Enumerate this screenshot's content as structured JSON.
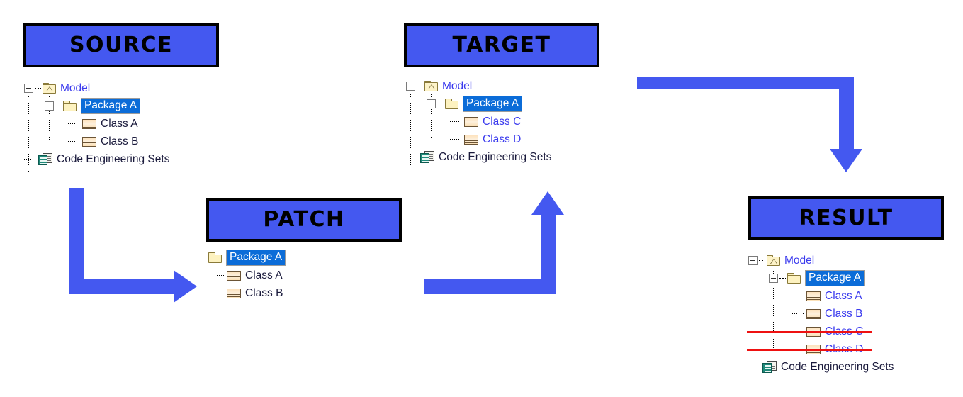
{
  "diagram": {
    "title": "Model patch merge workflow",
    "accent_color": "#4458f0",
    "selection_color": "#0b6cd8",
    "strike_color": "#ee1111",
    "blue_text_color": "#3b3bee",
    "black_text_color": "#1a1a3c"
  },
  "banners": {
    "source": "SOURCE",
    "target": "TARGET",
    "patch": "PATCH",
    "result": "RESULT"
  },
  "trees": {
    "source": {
      "rows": [
        {
          "label": "Model",
          "icon": "model-folder-icon",
          "style": "blue",
          "depth": 0,
          "expander": true
        },
        {
          "label": "Package A",
          "icon": "folder-icon",
          "style": "selected",
          "depth": 1,
          "expander": true
        },
        {
          "label": "Class A",
          "icon": "class-icon",
          "style": "black",
          "depth": 2,
          "expander": false
        },
        {
          "label": "Class B",
          "icon": "class-icon",
          "style": "black",
          "depth": 2,
          "expander": false
        },
        {
          "label": "Code Engineering Sets",
          "icon": "code-engineering-sets-icon",
          "style": "black",
          "depth": 1,
          "expander": false
        }
      ]
    },
    "target": {
      "rows": [
        {
          "label": "Model",
          "icon": "model-folder-icon",
          "style": "blue",
          "depth": 0,
          "expander": true
        },
        {
          "label": "Package A",
          "icon": "folder-icon",
          "style": "selected",
          "depth": 1,
          "expander": true
        },
        {
          "label": "Class C",
          "icon": "class-icon",
          "style": "blue",
          "depth": 2,
          "expander": false
        },
        {
          "label": "Class D",
          "icon": "class-icon",
          "style": "blue",
          "depth": 2,
          "expander": false
        },
        {
          "label": "Code Engineering Sets",
          "icon": "code-engineering-sets-icon",
          "style": "black",
          "depth": 1,
          "expander": false
        }
      ]
    },
    "patch": {
      "rows": [
        {
          "label": "Package A",
          "icon": "folder-icon",
          "style": "selected",
          "depth": 0,
          "expander": false
        },
        {
          "label": "Class A",
          "icon": "class-icon",
          "style": "black",
          "depth": 1,
          "expander": false
        },
        {
          "label": "Class B",
          "icon": "class-icon",
          "style": "black",
          "depth": 1,
          "expander": false
        }
      ]
    },
    "result": {
      "rows": [
        {
          "label": "Model",
          "icon": "model-folder-icon",
          "style": "blue",
          "depth": 0,
          "expander": true,
          "struck": false
        },
        {
          "label": "Package A",
          "icon": "folder-icon",
          "style": "selected",
          "depth": 1,
          "expander": true,
          "struck": false
        },
        {
          "label": "Class A",
          "icon": "class-icon",
          "style": "blue",
          "depth": 2,
          "expander": false,
          "struck": false
        },
        {
          "label": "Class B",
          "icon": "class-icon",
          "style": "blue",
          "depth": 2,
          "expander": false,
          "struck": false
        },
        {
          "label": "Class C",
          "icon": "class-icon",
          "style": "blue",
          "depth": 2,
          "expander": false,
          "struck": true
        },
        {
          "label": "Class D",
          "icon": "class-icon",
          "style": "blue",
          "depth": 2,
          "expander": false,
          "struck": true
        },
        {
          "label": "Code Engineering Sets",
          "icon": "code-engineering-sets-icon",
          "style": "black",
          "depth": 1,
          "expander": false,
          "struck": false
        }
      ]
    }
  },
  "arrows": [
    {
      "name": "source-to-patch-arrow",
      "direction": "down-then-right"
    },
    {
      "name": "patch-to-target-arrow",
      "direction": "right-then-up"
    },
    {
      "name": "target-to-result-arrow",
      "direction": "right-then-down"
    }
  ]
}
